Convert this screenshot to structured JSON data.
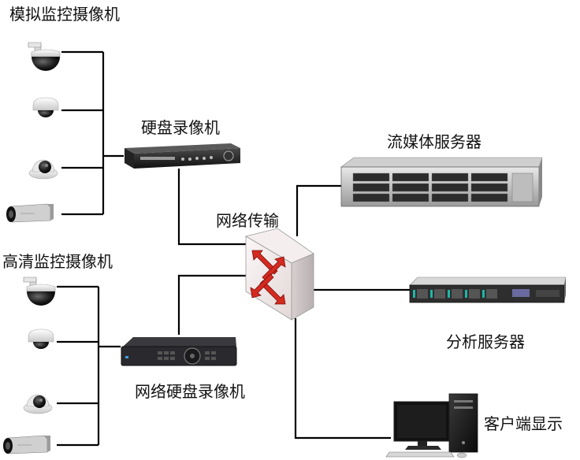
{
  "labels": {
    "analog_cameras": "模拟监控摄像机",
    "hd_cameras": "高清监控摄像机",
    "dvr": "硬盘录像机",
    "network": "网络传输",
    "streaming_server": "流媒体服务器",
    "analysis_server": "分析服务器",
    "nvr": "网络硬盘录像机",
    "client_display": "客户端显示"
  },
  "icons": {
    "camera_types": [
      "ptz-dome-camera-icon",
      "mini-dome-camera-icon",
      "dome-camera-icon",
      "box-camera-icon"
    ],
    "devices": [
      "dvr-icon",
      "nvr-icon",
      "network-switch-icon",
      "rack-server-2u-icon",
      "rack-server-1u-icon",
      "desktop-computer-icon"
    ]
  },
  "colors": {
    "wire": "#000000",
    "switch_arrows": "#d42a20",
    "server_led": "#1db6a8",
    "nvr_body": "#2a2a2e"
  }
}
